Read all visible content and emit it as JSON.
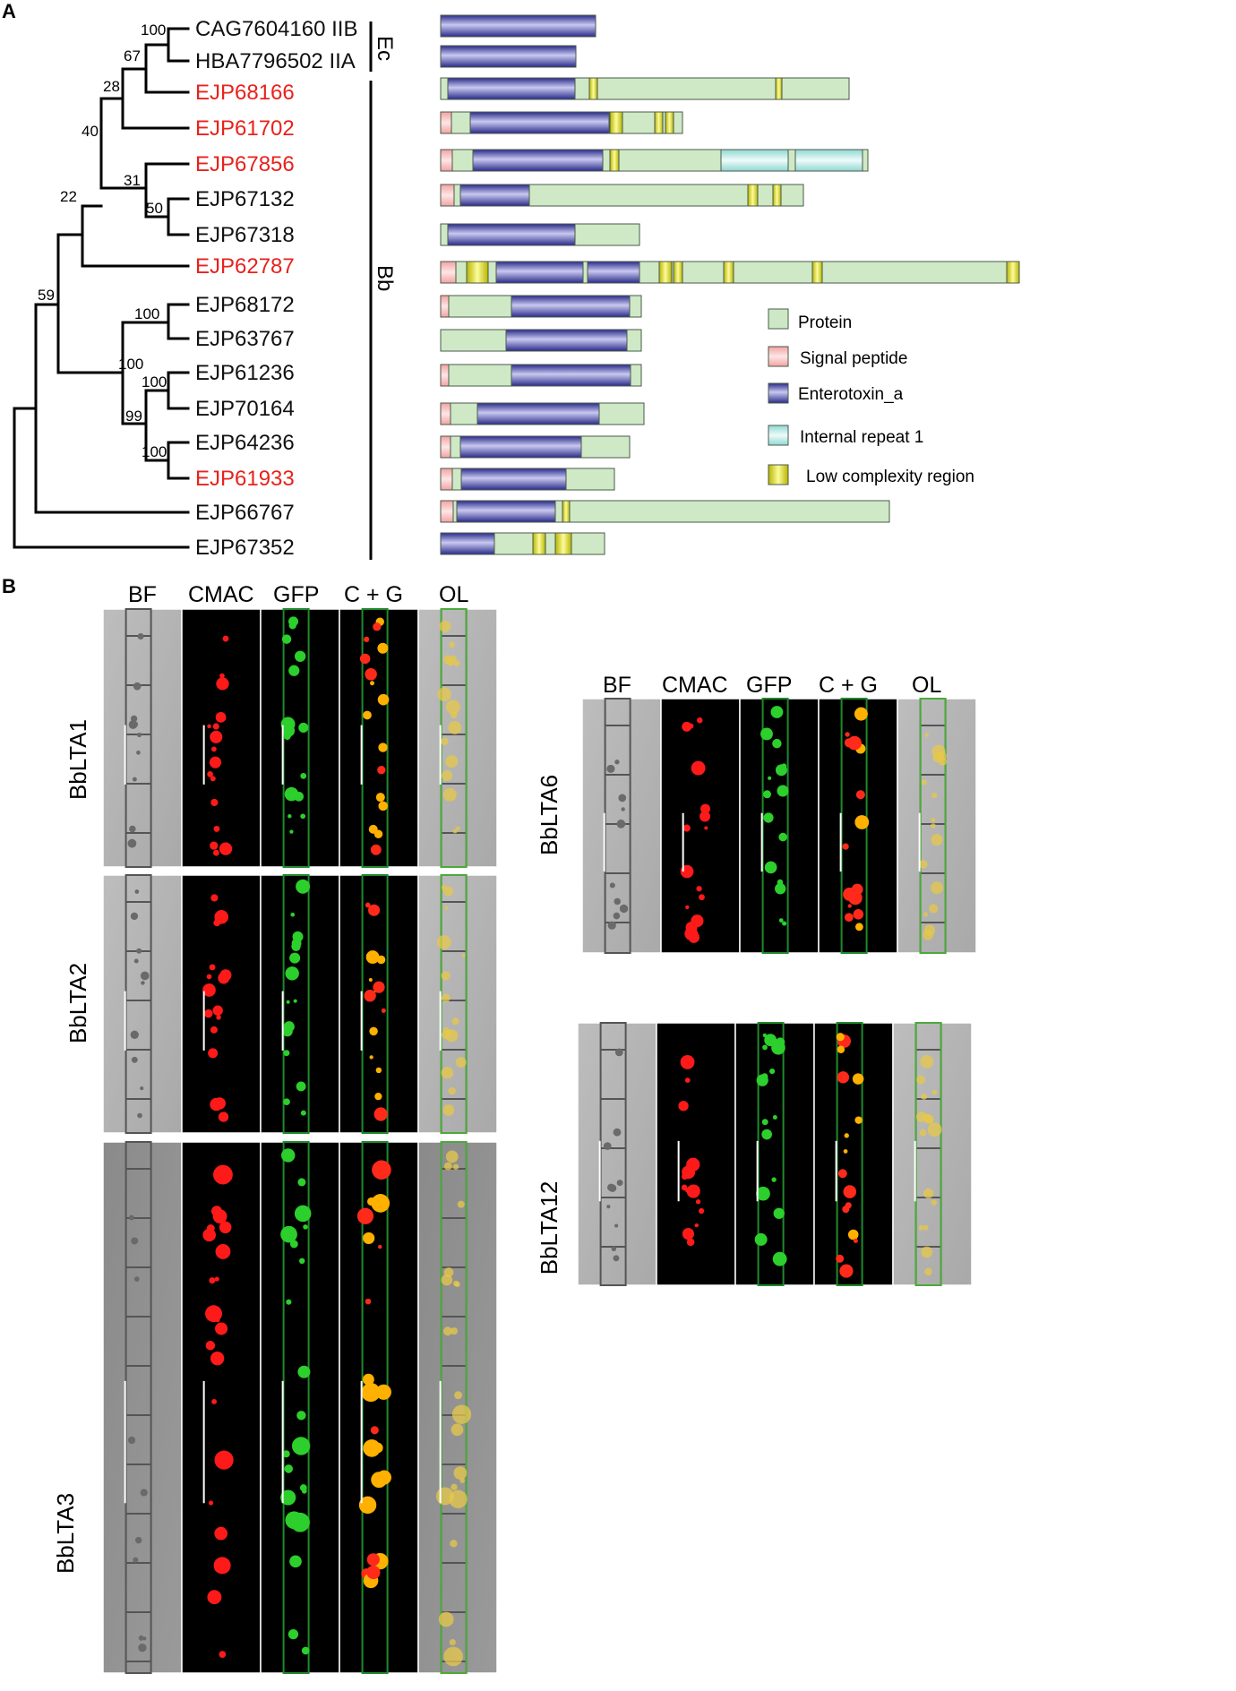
{
  "panel_a": {
    "label": "A",
    "taxa": [
      {
        "name": "CAG7604160 IIB",
        "highlight": false
      },
      {
        "name": "HBA7796502 IIA",
        "highlight": false
      },
      {
        "name": "EJP68166",
        "highlight": true
      },
      {
        "name": "EJP61702",
        "highlight": true
      },
      {
        "name": "EJP67856",
        "highlight": true
      },
      {
        "name": "EJP67132",
        "highlight": false
      },
      {
        "name": "EJP67318",
        "highlight": false
      },
      {
        "name": "EJP62787",
        "highlight": true
      },
      {
        "name": "EJP68172",
        "highlight": false
      },
      {
        "name": "EJP63767",
        "highlight": false
      },
      {
        "name": "EJP61236",
        "highlight": false
      },
      {
        "name": "EJP70164",
        "highlight": false
      },
      {
        "name": "EJP64236",
        "highlight": false
      },
      {
        "name": "EJP61933",
        "highlight": true
      },
      {
        "name": "EJP66767",
        "highlight": false
      },
      {
        "name": "EJP67352",
        "highlight": false
      }
    ],
    "bootstrap": [
      "100",
      "67",
      "28",
      "40",
      "31",
      "50",
      "22",
      "59",
      "100",
      "100",
      "100",
      "99",
      "100"
    ],
    "groups": [
      {
        "label": "Ec"
      },
      {
        "label": "Bb"
      }
    ],
    "legend": [
      {
        "label": "Protein",
        "color": "#cde8c4"
      },
      {
        "label": "Signal peptide",
        "color": "#f6b8b8"
      },
      {
        "label": "Enterotoxin_a",
        "color": "#3c3c9c"
      },
      {
        "label": "Internal repeat 1",
        "color": "#b9e8e4"
      },
      {
        "label": "Low complexity region",
        "color": "#e4e04a"
      }
    ],
    "colors": {
      "highlight": "#e8221c",
      "normal": "#111111"
    }
  },
  "panel_b": {
    "label": "B",
    "columns": [
      "BF",
      "CMAC",
      "GFP",
      "C + G",
      "OL"
    ],
    "rows_left": [
      {
        "name": "BbLTA1"
      },
      {
        "name": "BbLTA2"
      },
      {
        "name": "BbLTA3"
      }
    ],
    "rows_right": [
      {
        "name": "BbLTA6"
      },
      {
        "name": "BbLTA12"
      }
    ]
  }
}
